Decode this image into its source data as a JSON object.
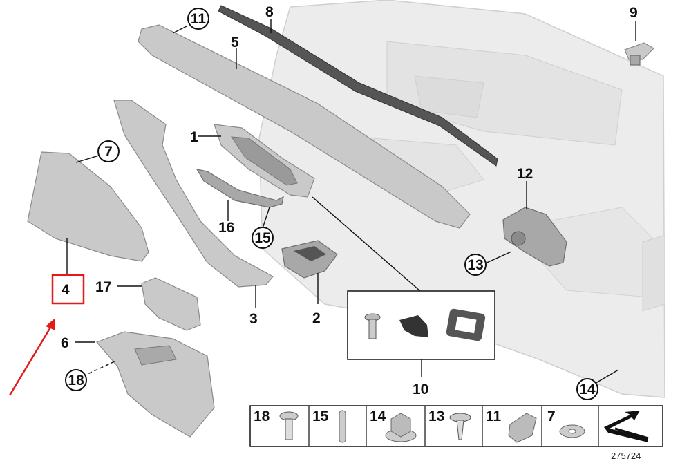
{
  "callouts": {
    "c1": "1",
    "c2": "2",
    "c3": "3",
    "c4": "4",
    "c5": "5",
    "c6": "6",
    "c7": "7",
    "c8": "8",
    "c9": "9",
    "c10": "10",
    "c11": "11",
    "c12": "12",
    "c13": "13",
    "c14": "14",
    "c15": "15",
    "c16": "16",
    "c17": "17",
    "c18": "18"
  },
  "legend_strip": {
    "items": [
      {
        "label": "18",
        "icon": "torx-screw-icon"
      },
      {
        "label": "15",
        "icon": "pin-icon"
      },
      {
        "label": "14",
        "icon": "hex-nut-icon"
      },
      {
        "label": "13",
        "icon": "flange-screw-icon"
      },
      {
        "label": "11",
        "icon": "clip-icon"
      },
      {
        "label": "7",
        "icon": "speed-nut-icon"
      },
      {
        "label": "",
        "icon": "arrow-to-next-diagram-icon"
      }
    ]
  },
  "reference_number": "275724",
  "highlight": {
    "target": "4",
    "color": "#e21a1a"
  }
}
